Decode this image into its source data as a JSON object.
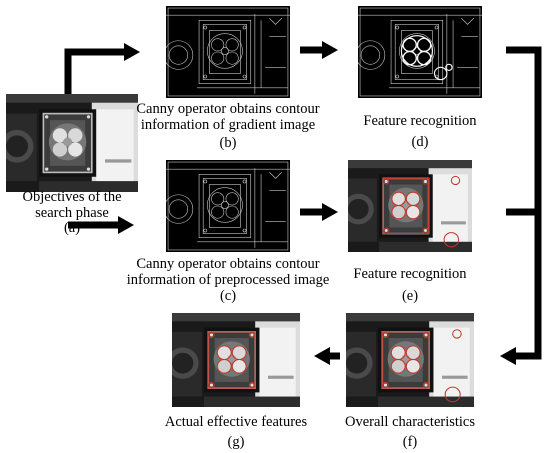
{
  "panels": {
    "a": {
      "caption_lines": [
        "Objectives of the",
        "search phase"
      ],
      "label": "(a)"
    },
    "b": {
      "caption_lines": [
        "Canny operator obtains contour",
        "information of gradient image"
      ],
      "label": "(b)"
    },
    "c": {
      "caption_lines": [
        "Canny operator obtains contour",
        "information of preprocessed image"
      ],
      "label": "(c)"
    },
    "d": {
      "caption_lines": [
        "Feature recognition"
      ],
      "label": "(d)"
    },
    "e": {
      "caption_lines": [
        "Feature recognition"
      ],
      "label": "(e)"
    },
    "f": {
      "caption_lines": [
        "Overall characteristics"
      ],
      "label": "(f)"
    },
    "g": {
      "caption_lines": [
        "Actual effective features"
      ],
      "label": "(g)"
    }
  },
  "colors": {
    "arrow": "#000000",
    "feature_marker": "#c0392b",
    "contour": "#e8e8e8"
  }
}
